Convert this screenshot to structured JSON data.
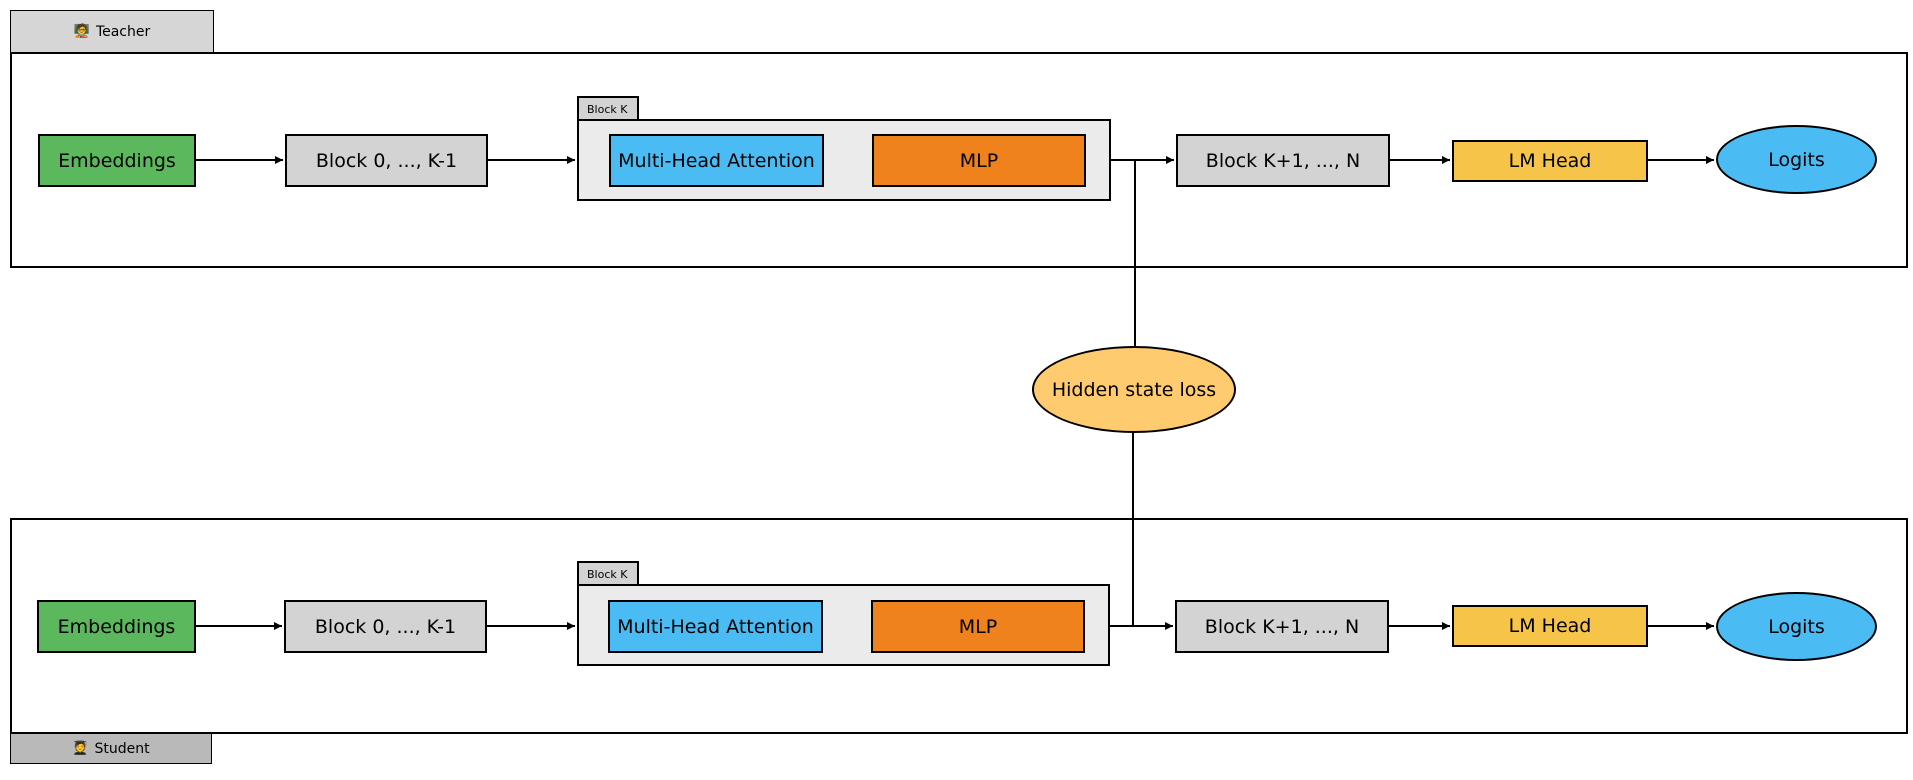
{
  "teacher": {
    "tab_icon": "🧑‍🏫",
    "tab_label": "Teacher",
    "embeddings": "Embeddings",
    "blocks_before": "Block 0, ..., K-1",
    "block_k_label": "Block K",
    "attention": "Multi-Head Attention",
    "mlp": "MLP",
    "blocks_after": "Block K+1, ..., N",
    "lm_head": "LM Head",
    "logits": "Logits"
  },
  "student": {
    "tab_icon": "🧑‍🎓",
    "tab_label": "Student",
    "embeddings": "Embeddings",
    "blocks_before": "Block 0, ..., K-1",
    "block_k_label": "Block K",
    "attention": "Multi-Head Attention",
    "mlp": "MLP",
    "blocks_after": "Block K+1, ..., N",
    "lm_head": "LM Head",
    "logits": "Logits"
  },
  "loss": {
    "label": "Hidden state loss"
  },
  "colors": {
    "embeddings": "#5cb85c",
    "block": "#d3d3d3",
    "attention": "#4bbcf3",
    "mlp": "#f0821e",
    "lm_head": "#f5c448",
    "logits": "#4bbcf3",
    "loss": "#ffcb6e"
  }
}
